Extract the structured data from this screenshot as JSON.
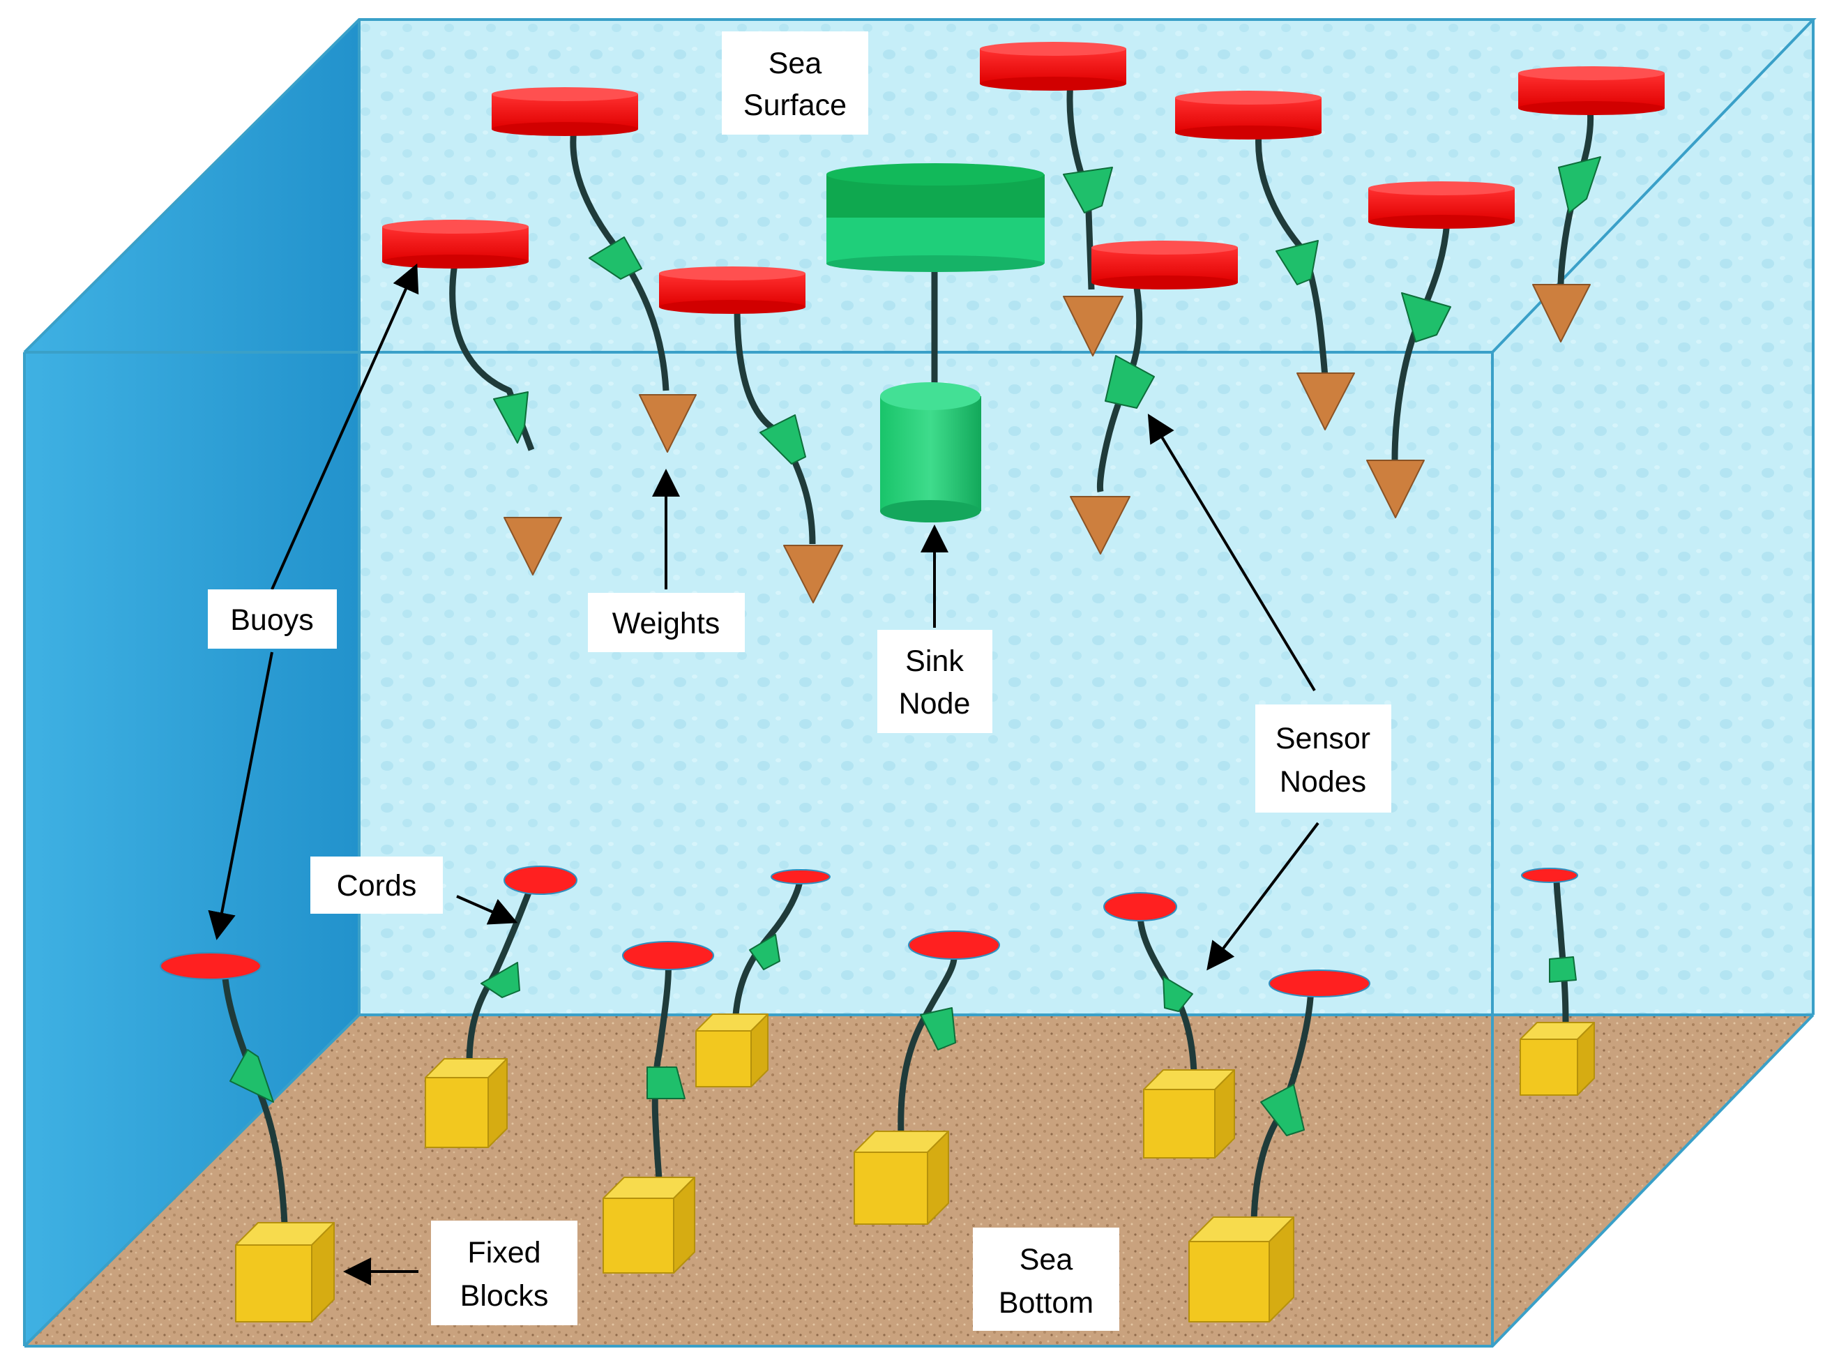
{
  "labels": {
    "sea_surface": [
      "Sea",
      "Surface"
    ],
    "buoys": "Buoys",
    "weights": "Weights",
    "sink_node": [
      "Sink",
      "Node"
    ],
    "sensor_nodes": [
      "Sensor",
      "Nodes"
    ],
    "cords": "Cords",
    "fixed_blocks": [
      "Fixed",
      "Blocks"
    ],
    "sea_bottom": [
      "Sea",
      "Bottom"
    ]
  },
  "colors": {
    "water": "#c6eef8",
    "left_wall": "#2b9fd6",
    "sea_floor": "#c9a27e",
    "buoy": "#ff1a1a",
    "sensor_node": "#1fbf6b",
    "weight": "#cd7f3e",
    "fixed_block": "#f2c81f",
    "cord": "#1f3b3a",
    "outline": "#3aa0c8"
  }
}
